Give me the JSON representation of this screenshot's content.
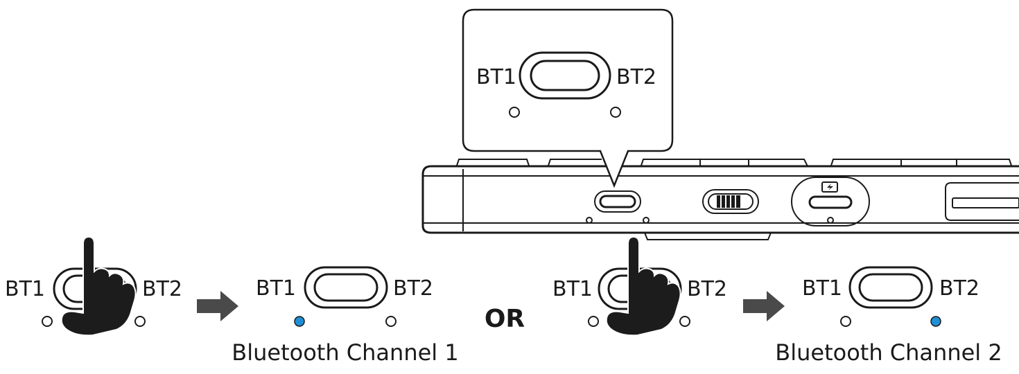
{
  "labels": {
    "bt1": "BT1",
    "bt2": "BT2",
    "or": "OR",
    "channel1": "Bluetooth Channel 1",
    "channel2": "Bluetooth Channel 2"
  },
  "colors": {
    "led_on": "#1f8fd6",
    "line": "#1a1a1a",
    "arrow": "#4a4a4a",
    "hand": "#1c1c1c"
  },
  "icons": {
    "charge": "lightning-icon",
    "press": "pointing-hand-icon"
  }
}
